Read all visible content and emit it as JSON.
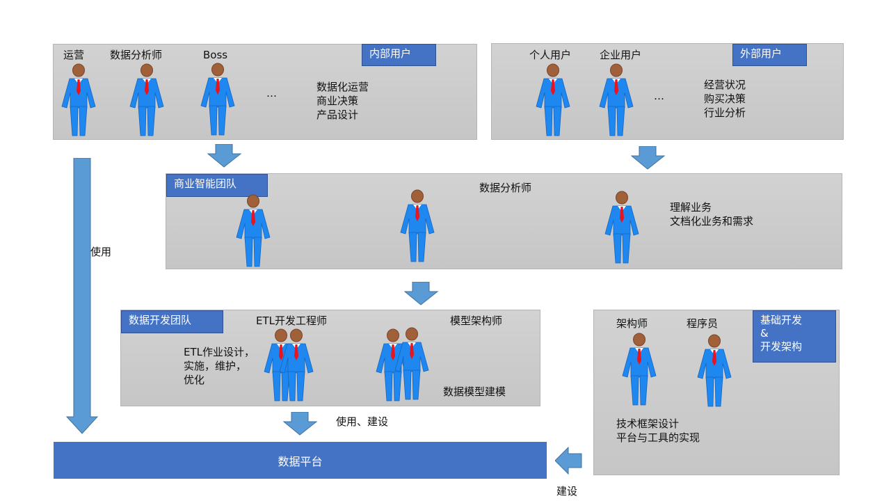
{
  "internal_panel": {
    "tag": "内部用户",
    "roles": [
      "运营",
      "数据分析师",
      "Boss"
    ],
    "ellipsis": "…",
    "description": "数据化运营\n商业决策\n产品设计"
  },
  "external_panel": {
    "tag": "外部用户",
    "roles": [
      "个人用户",
      "企业用户"
    ],
    "ellipsis": "…",
    "description": "经营状况\n购买决策\n行业分析"
  },
  "bi_panel": {
    "tag": "商业智能团队",
    "role": "数据分析师",
    "description": "理解业务\n文档化业务和需求"
  },
  "dev_panel": {
    "tag": "数据开发团队",
    "roles": [
      "ETL开发工程师",
      "模型架构师"
    ],
    "etl_description": "ETL作业设计，\n实施，维护，\n优化",
    "model_description": "数据模型建模"
  },
  "infra_panel": {
    "tag": "基础开发\n&\n开发架构",
    "roles": [
      "架构师",
      "程序员"
    ],
    "description": "技术框架设计\n平台与工具的实现"
  },
  "labels": {
    "use": "使用",
    "use_build": "使用、建设",
    "build": "建设"
  },
  "platform": {
    "label": "数据平台"
  },
  "colors": {
    "suit": "#1e88f0",
    "tie": "#e8141e",
    "head": "#a0603a",
    "tag": "#4472c4",
    "arrow": "#5b9bd5"
  }
}
